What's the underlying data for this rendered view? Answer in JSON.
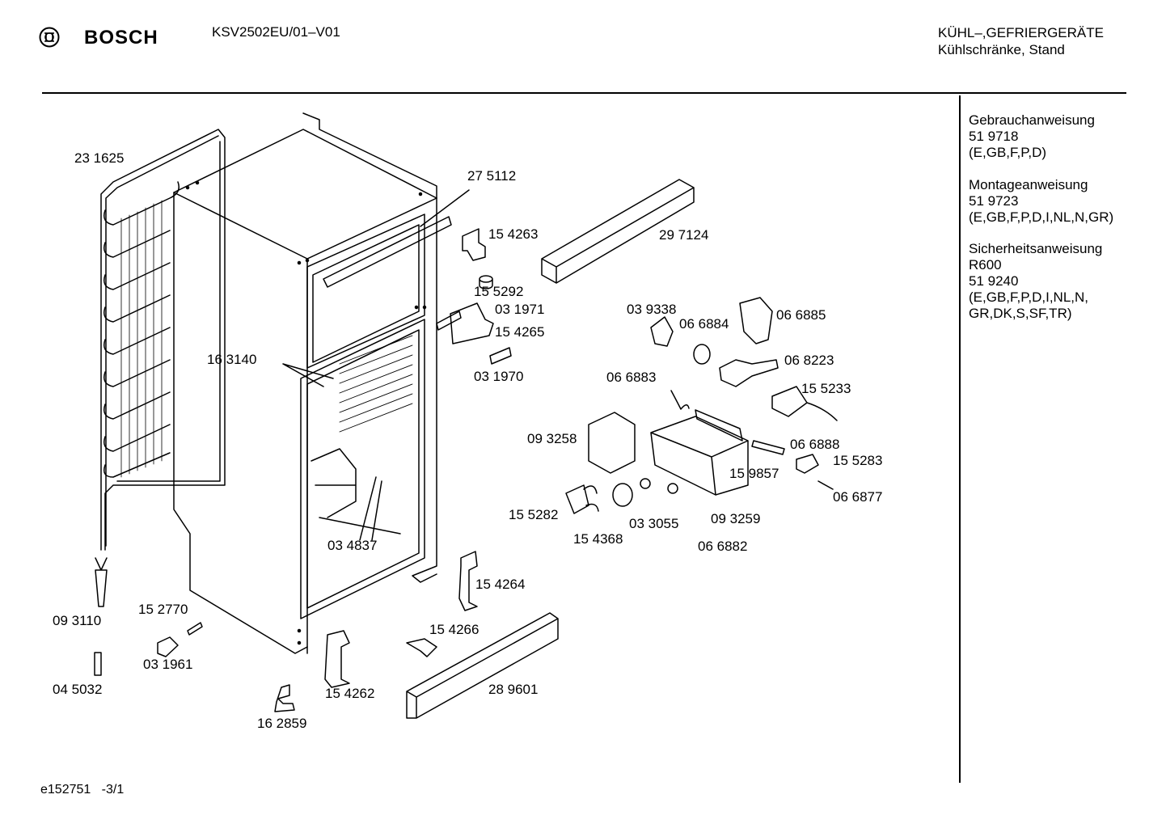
{
  "header": {
    "brand": "BOSCH",
    "model": "KSV2502EU/01–V01",
    "category_line1": "KÜHL–,GEFRIERGERÄTE",
    "category_line2": "Kühlschränke, Stand"
  },
  "sidebar": {
    "sections": [
      {
        "title": "Gebrauchanweisung",
        "lines": [
          "51 9718",
          "(E,GB,F,P,D)"
        ]
      },
      {
        "title": "Montageanweisung",
        "lines": [
          "51 9723",
          "(E,GB,F,P,D,I,NL,N,GR)"
        ]
      },
      {
        "title": "Sicherheitsanweisung",
        "lines": [
          "R600",
          "51 9240",
          "(E,GB,F,P,D,I,NL,N,",
          "GR,DK,S,SF,TR)"
        ]
      }
    ]
  },
  "parts": {
    "p231625": "23 1625",
    "p275112": "27 5112",
    "p154263": "15 4263",
    "p297124": "29 7124",
    "p155292": "15 5292",
    "p031971": "03 1971",
    "p154265": "15 4265",
    "p031970": "03 1970",
    "p163140": "16 3140",
    "p039338": "03 9338",
    "p066884": "06 6884",
    "p066885": "06 6885",
    "p068223": "06 8223",
    "p066883": "06 6883",
    "p155233": "15 5233",
    "p093258": "09 3258",
    "p066888": "06 6888",
    "p159857": "15 9857",
    "p155283": "15 5283",
    "p066877": "06 6877",
    "p155282": "15 5282",
    "p154368": "15 4368",
    "p033055": "03 3055",
    "p093259": "09 3259",
    "p066882": "06 6882",
    "p034837": "03 4837",
    "p154264": "15 4264",
    "p093110": "09 3110",
    "p152770": "15 2770",
    "p031961": "03 1961",
    "p045032": "04 5032",
    "p154266": "15 4266",
    "p289601": "28 9601",
    "p154262": "15 4262",
    "p162859": "16 2859"
  },
  "footer": {
    "code": "e152751",
    "page": "-3/1"
  }
}
